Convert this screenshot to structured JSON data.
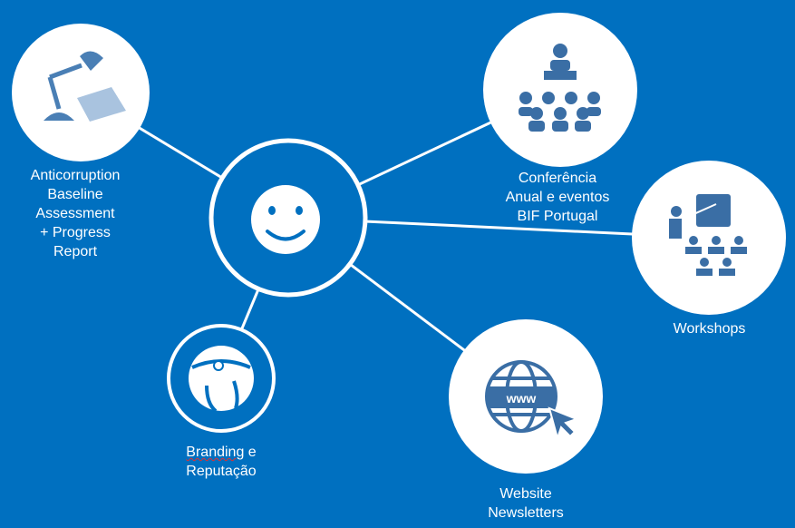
{
  "colors": {
    "background": "#0070c0",
    "icon": "#3a6ea5",
    "white": "#ffffff"
  },
  "hub": {
    "icon": "smiley-icon"
  },
  "nodes": [
    {
      "id": "anticorruption",
      "icon": "desk-lamp-icon",
      "label_lines": [
        "Anticorruption",
        "Baseline",
        "Assessment",
        "+ Progress",
        "Report"
      ]
    },
    {
      "id": "conference",
      "icon": "audience-presenter-icon",
      "label_lines": [
        "Conferência",
        "Anual e eventos",
        "BIF Portugal"
      ]
    },
    {
      "id": "workshops",
      "icon": "teacher-board-icon",
      "label_lines": [
        "Workshops"
      ]
    },
    {
      "id": "branding",
      "icon": "transparency-logo-icon",
      "label_lines": [
        "Branding",
        "e",
        "Reputação"
      ]
    },
    {
      "id": "website",
      "icon": "globe-www-cursor-icon",
      "label_lines": [
        "Website",
        "Newsletters"
      ]
    }
  ]
}
